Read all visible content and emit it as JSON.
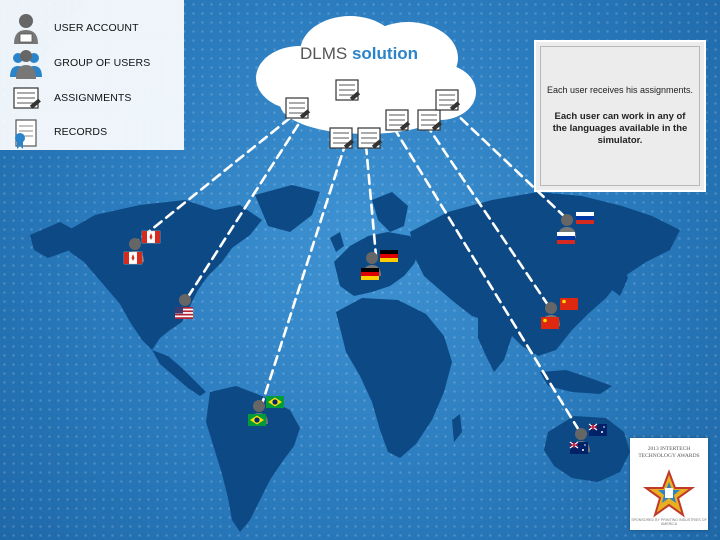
{
  "legend": {
    "items": [
      {
        "label": "USER ACCOUNT",
        "icon": "user-account-icon"
      },
      {
        "label": "GROUP OF USERS",
        "icon": "group-of-users-icon"
      },
      {
        "label": "ASSIGNMENTS",
        "icon": "assignments-icon"
      },
      {
        "label": "RECORDS",
        "icon": "records-icon"
      }
    ]
  },
  "cloud": {
    "title_prefix": "DLMS",
    "title_brand": "solution"
  },
  "info": {
    "line1": "Each user receives his assignments.",
    "line2": "Each user can work in any of the languages available in the simulator."
  },
  "award": {
    "text": "2013 INTERTECH TECHNOLOGY AWARDS",
    "footer": "SPONSORED BY PRINTING INDUSTRIES OF AMERICA"
  },
  "users": [
    {
      "name": "user-canada",
      "flag": "canada-flag"
    },
    {
      "name": "user-usa",
      "flag": "usa-flag"
    },
    {
      "name": "user-brazil",
      "flag": "brazil-flag"
    },
    {
      "name": "user-germany",
      "flag": "germany-flag"
    },
    {
      "name": "user-russia",
      "flag": "russia-flag"
    },
    {
      "name": "user-china",
      "flag": "china-flag"
    },
    {
      "name": "user-australia",
      "flag": "australia-flag"
    }
  ],
  "colors": {
    "ocean": "#2f82c3",
    "land": "#0d4a85",
    "brand": "#2b84c9"
  }
}
